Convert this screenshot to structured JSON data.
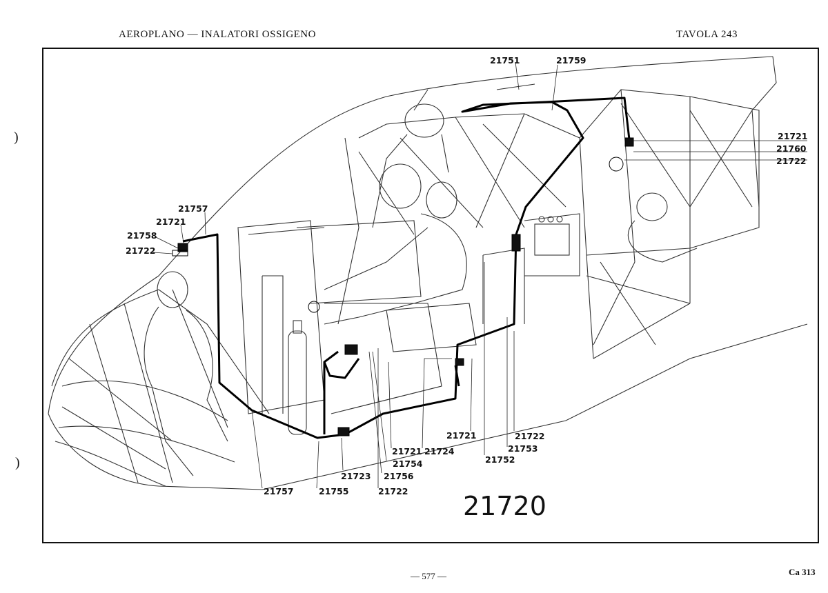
{
  "header": {
    "title": "AEROPLANO — INALATORI OSSIGENO",
    "plate": "TAVOLA 243"
  },
  "figure": {
    "assembly_number": "21720",
    "callouts": [
      "21751",
      "21759",
      "21721",
      "21760",
      "21722",
      "21757",
      "21721",
      "21758",
      "21722",
      "21721",
      "21722",
      "21753",
      "21752",
      "21721",
      "21724",
      "21754",
      "21756",
      "21722",
      "21723",
      "21757",
      "21755"
    ]
  },
  "footer": {
    "page": "— 577 —",
    "code": "Ca 313"
  },
  "binding_marks": [
    ")",
    ")"
  ]
}
